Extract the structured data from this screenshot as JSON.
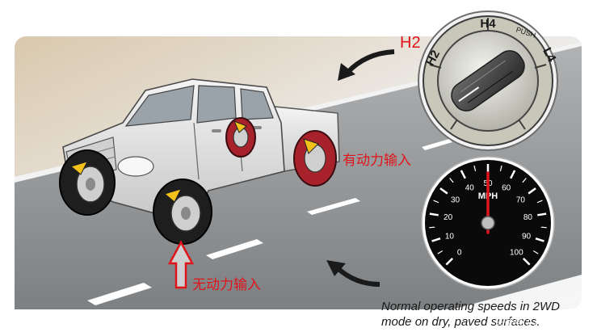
{
  "labels": {
    "mode_label": "H2",
    "powered_wheel": "有动力输入",
    "unpowered_wheel": "无动力输入"
  },
  "selector_knob": {
    "positions": [
      "H4",
      "PUSH",
      "L4",
      "H2"
    ],
    "selected": "H2"
  },
  "speedometer": {
    "unit": "MPH",
    "ticks": [
      "0",
      "10",
      "20",
      "30",
      "40",
      "50",
      "60",
      "70",
      "80",
      "90",
      "100"
    ],
    "current_speed": 50
  },
  "caption": {
    "line1": "Normal operating speeds in 2WD",
    "line2": "mode on dry, paved surfaces."
  },
  "watermark": "头条号 / 汽车",
  "colors": {
    "accent_red": "#e0141b",
    "road": "#8f9193",
    "truck_body": "#e2e2e2",
    "tire": "#1e1e1e",
    "highlight_wheel": "#a8222b",
    "arrow_yellow": "#f3c21a"
  }
}
